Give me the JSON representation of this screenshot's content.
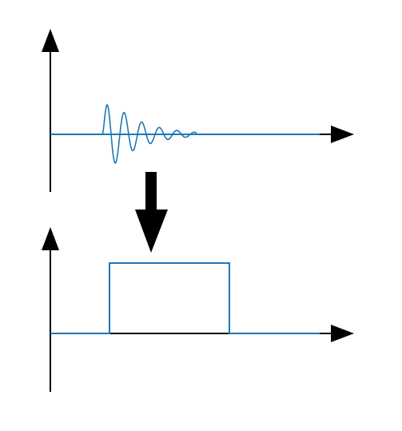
{
  "colors": {
    "signal": "#1f77b4",
    "axis": "#000000",
    "background": "#ffffff"
  },
  "panels": [
    {
      "id": "top",
      "signal_kind": "damped-oscillation-burst"
    },
    {
      "id": "bottom",
      "signal_kind": "rectangular-pulse"
    }
  ],
  "connector": {
    "kind": "down-arrow"
  }
}
